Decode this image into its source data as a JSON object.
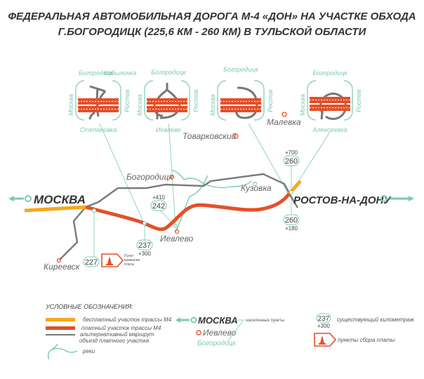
{
  "title": {
    "line1": "ФЕДЕРАЛЬНАЯ АВТОМОБИЛЬНАЯ ДОРОГА М-4 «ДОН» НА УЧАСТКЕ ОБХОДА",
    "line2": "Г.БОГОРОДИЦК (225,6 КМ - 260 КМ) В ТУЛЬСКОЙ ОБЛАСТИ"
  },
  "interchanges": [
    {
      "top": "Богородицк",
      "top2": "Кобылинка",
      "left": "Москва",
      "right": "Ростов",
      "bottom": "Степановка"
    },
    {
      "top": "Богородицк",
      "left": "Москва",
      "right": "Ростов",
      "bottom": "Иевлево"
    },
    {
      "top": "Богородицк",
      "left": "Москва",
      "right": "Ростов"
    },
    {
      "top": "Богородицк",
      "left": "Москва",
      "right": "Ростов",
      "bottom": "Алексеевка"
    }
  ],
  "map": {
    "cities": {
      "moscow": "МОСКВА",
      "rostov": "РОСТОВ-НА-ДОНУ"
    },
    "towns": {
      "malevka": "Малевка",
      "tovarkovsky": "Товарковский",
      "bogoroditsk": "Богородицк",
      "kuzovka": "Кузовка",
      "ievlevo": "Иевлево",
      "kireevsk": "Киреевск"
    },
    "km": [
      {
        "km": "227",
        "plus": ""
      },
      {
        "km": "237",
        "plus": "+300"
      },
      {
        "km": "242",
        "plus": "+410"
      },
      {
        "km": "260",
        "plus": "+700"
      },
      {
        "km": "260",
        "plus": "+180"
      }
    ],
    "toll_label": [
      "Пункт",
      "взимания",
      "платы"
    ]
  },
  "legend": {
    "heading": "УСЛОВНЫЕ ОБОЗНАЧЕНИЯ:",
    "free": "бесплатный участок трассы М4",
    "paid": "платный участок трассы М4",
    "alt1": "альтернативный маршрут",
    "alt2": "объезд платного участка",
    "rivers": "реки",
    "city": "МОСКВА",
    "town": "Иевлево",
    "place": "Богородицк",
    "settlements": "населенные пункты",
    "km": "237",
    "km_plus": "+300",
    "km_label": "существующий километраж",
    "toll": "пункты сбора платы"
  },
  "colors": {
    "free": "#f5a81c",
    "paid": "#e4502a",
    "alt": "#7a7a7a",
    "teal": "#7cc8b8"
  }
}
